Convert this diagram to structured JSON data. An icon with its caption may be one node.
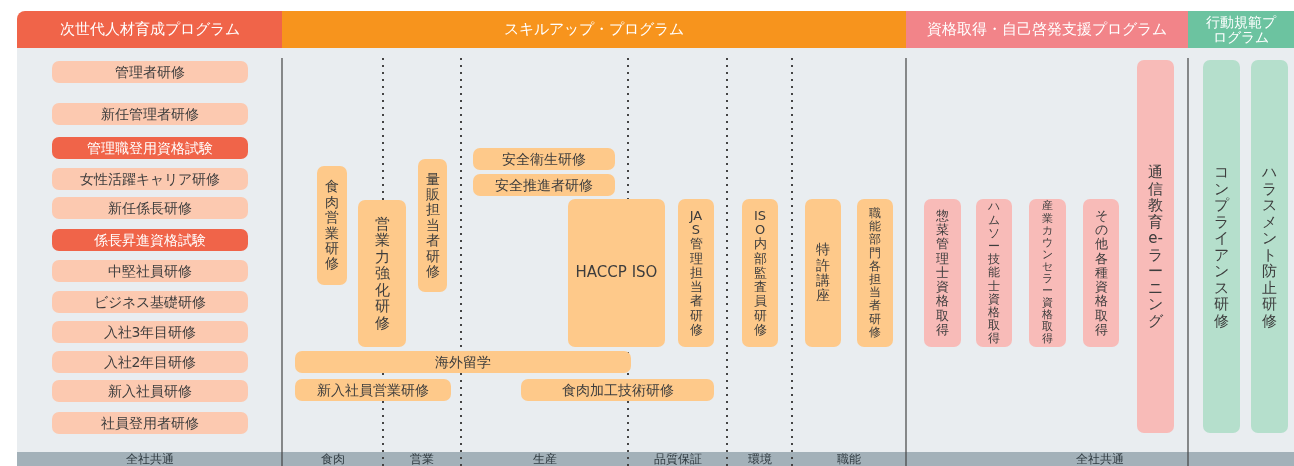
{
  "diagram": {
    "nodes": [
      {
        "text": [
          "次世代人材育成プログラム"
        ]
      },
      {
        "text": [
          "スキルアップ・プログラム"
        ]
      },
      {
        "text": [
          "資格取得・自己啓発支援プログラム"
        ]
      },
      {
        "text": [
          "行動規範プログラム"
        ]
      },
      {
        "text": [
          "管理者研修"
        ]
      },
      {
        "text": [
          "新任管理者研修"
        ]
      },
      {
        "text": [
          "管理職登用資格試験"
        ]
      },
      {
        "text": [
          "女性活躍キャリア研修"
        ]
      },
      {
        "text": [
          "新任係長研修"
        ]
      },
      {
        "text": [
          "係長昇進資格試験"
        ]
      },
      {
        "text": [
          "中堅社員研修"
        ]
      },
      {
        "text": [
          "ビジネス基礎研修"
        ]
      },
      {
        "text": [
          "入社3年目研修"
        ]
      },
      {
        "text": [
          "入社2年目研修"
        ]
      },
      {
        "text": [
          "新入社員研修"
        ]
      },
      {
        "text": [
          "社員登用者研修"
        ]
      },
      {
        "text": [
          "食肉営業研修"
        ]
      },
      {
        "text": [
          "営業力強化研修"
        ]
      },
      {
        "text": [
          "量販担当者研修"
        ]
      },
      {
        "text": [
          "安全衛生研修"
        ]
      },
      {
        "text": [
          "安全推進者研修"
        ]
      },
      {
        "text": [
          "HACCP ISO"
        ]
      },
      {
        "text": [
          "JAS管理担当者研修"
        ]
      },
      {
        "text": [
          "ISO内部監査員研修"
        ]
      },
      {
        "text": [
          "特許講座"
        ]
      },
      {
        "text": [
          "職能部門各担当者研修"
        ]
      },
      {
        "text": [
          "海外留学"
        ]
      },
      {
        "text": [
          "新入社員営業研修"
        ]
      },
      {
        "text": [
          "食肉加工技術研修"
        ]
      },
      {
        "text": [
          "惣菜管理士資格取得"
        ]
      },
      {
        "text": [
          "ハムソー技能士資格取得"
        ]
      },
      {
        "text": [
          "産業カウンセラー資格取得"
        ]
      },
      {
        "text": [
          "その他各種資格取得"
        ]
      },
      {
        "text": [
          "通信教育e-ラーニング"
        ]
      },
      {
        "text": [
          "コンプライアンス研修"
        ]
      },
      {
        "text": [
          "ハラスメント防止研修"
        ]
      }
    ],
    "edges": [],
    "labels": [
      "全社共通",
      "食肉",
      "営業",
      "生産",
      "品質保証",
      "環境",
      "職能",
      "全社共通"
    ]
  }
}
